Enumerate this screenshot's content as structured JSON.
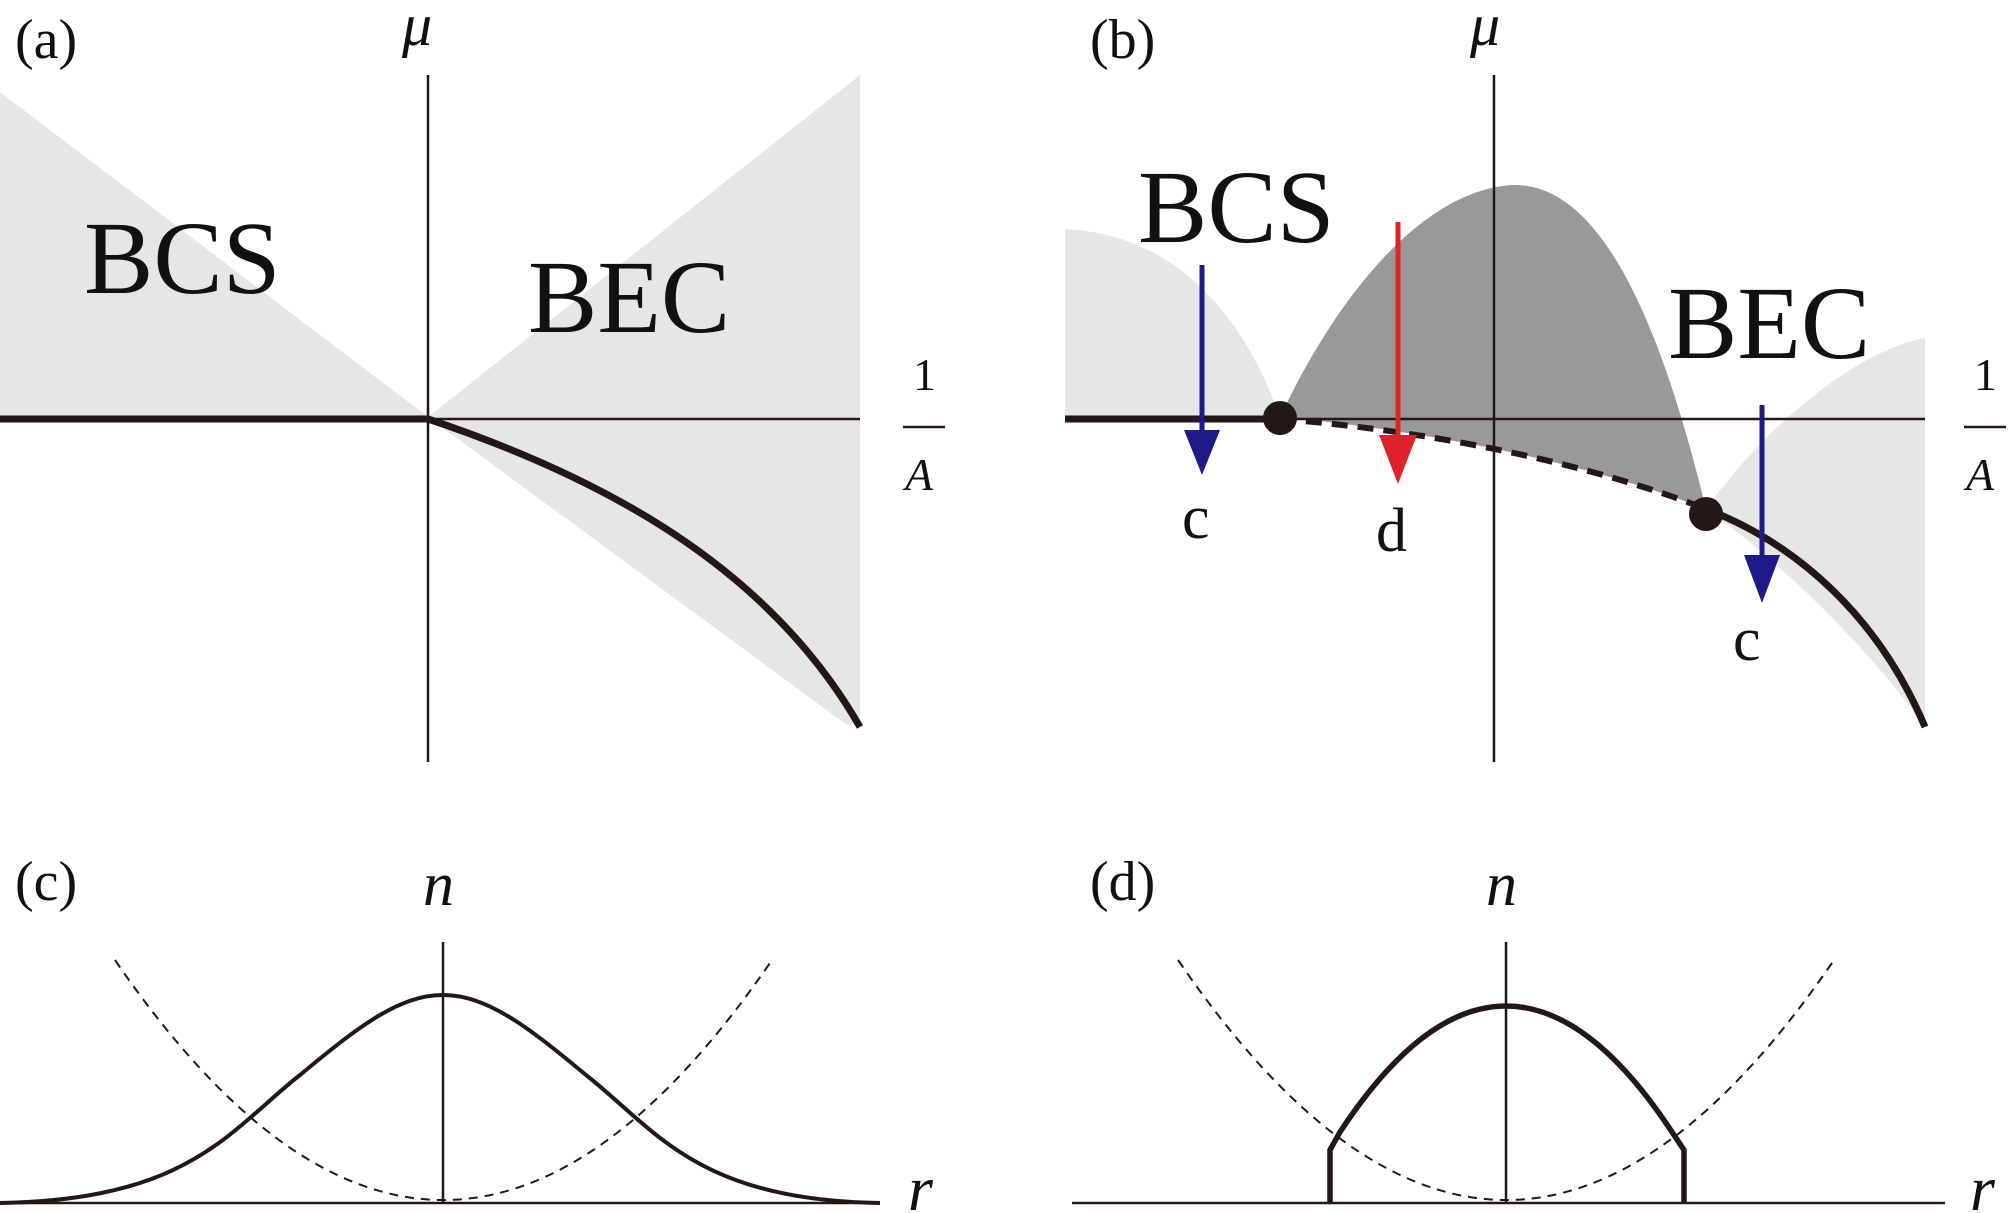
{
  "colors": {
    "background": "#ffffff",
    "ink": "#231815",
    "light_region": "#e6e6e6",
    "dark_region": "#999999",
    "arrow_blue": "#1f1a8a",
    "arrow_red": "#e0222a"
  },
  "panel_a": {
    "label": "(a)",
    "y_axis": "μ",
    "x_axis_num": "1",
    "x_axis_den": "A",
    "region_left": "BCS",
    "region_right": "BEC"
  },
  "panel_b": {
    "label": "(b)",
    "y_axis": "μ",
    "x_axis_num": "1",
    "x_axis_den": "A",
    "region_left": "BCS",
    "region_right": "BEC",
    "arrow_left_label": "c",
    "arrow_mid_label": "d",
    "arrow_right_label": "c"
  },
  "panel_c": {
    "label": "(c)",
    "y_axis": "n",
    "x_axis": "r"
  },
  "panel_d": {
    "label": "(d)",
    "y_axis": "n",
    "x_axis": "r"
  }
}
